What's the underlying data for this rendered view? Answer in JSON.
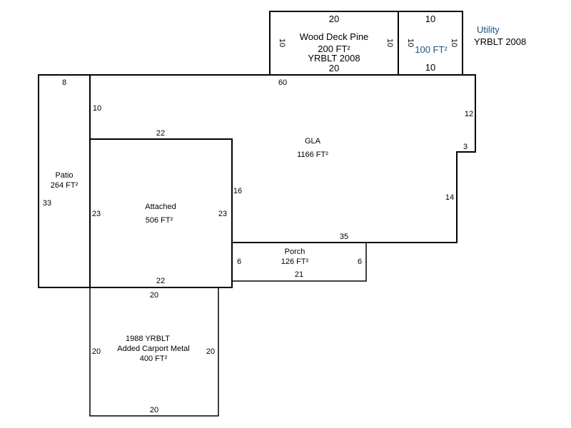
{
  "colors": {
    "line": "#000000",
    "accent_blue": "#1f4e8c"
  },
  "areas": {
    "wood_deck": {
      "name": "Wood Deck Pine",
      "area": "200 FT²",
      "year": "YRBLT 2008",
      "top": "20",
      "bottom": "20",
      "left": "10",
      "right": "10"
    },
    "utility": {
      "name": "Utility",
      "area": "100 FT²",
      "year": "YRBLT 2008",
      "top": "10",
      "bottom": "10",
      "left": "10",
      "right": "10"
    },
    "patio": {
      "name": "Patio",
      "area": "264 FT²",
      "top": "8",
      "left": "33"
    },
    "gla": {
      "name": "GLA",
      "area": "1166 FT²",
      "top": "60",
      "left_upper": "10",
      "right_upper": "12",
      "step": "3",
      "right_lower": "14",
      "bottom": "35",
      "inner_right": "16"
    },
    "attached": {
      "name": "Attached",
      "area": "506 FT²",
      "top": "22",
      "bottom": "22",
      "left": "23",
      "right": "23"
    },
    "porch": {
      "name": "Porch",
      "area": "126 FT²",
      "left": "6",
      "right": "6",
      "bottom": "21"
    },
    "carport": {
      "line1": "1988 YRBLT",
      "line2": "Added Carport Metal",
      "area": "400 FT²",
      "top": "20",
      "bottom": "20",
      "left": "20",
      "right": "20"
    }
  }
}
